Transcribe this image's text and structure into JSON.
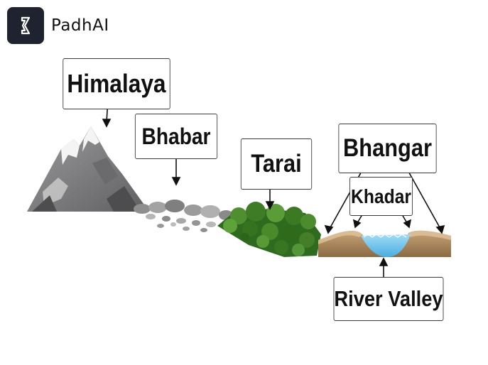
{
  "brand": {
    "name": "PadhAI",
    "logo_icon": "padhai-logo-icon"
  },
  "labels": {
    "himalaya": "Himalaya",
    "bhabar": "Bhabar",
    "tarai": "Tarai",
    "bhangar": "Bhangar",
    "khadar": "Khadar",
    "river_valley": "River Valley"
  },
  "colors": {
    "logo_bg": "#1f2330",
    "mountain": "#8a8a8c",
    "snow": "#f2f2f2",
    "pebbles": "#9a9a9a",
    "vegetation": "#3f7d2a",
    "soil": "#a8825a",
    "water": "#6ec3ea"
  }
}
